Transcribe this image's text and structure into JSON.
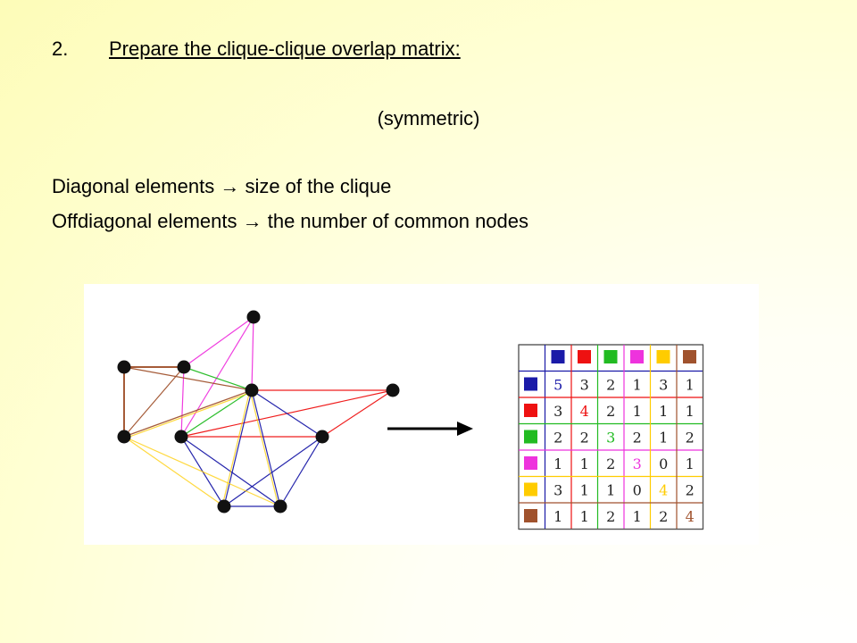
{
  "heading": {
    "number": "2.",
    "text": "Prepare the clique-clique overlap matrix:"
  },
  "note": "(symmetric)",
  "definitions": {
    "diagonal": "Diagonal elements → size of the clique",
    "offdiagonal": "Offdiagonal elements → the number of common nodes"
  },
  "colors": {
    "blue": "#1a1aa8",
    "red": "#ee1111",
    "green": "#22bb22",
    "magenta": "#ee33dd",
    "yellow": "#ffcc00",
    "brown": "#a0522d"
  },
  "cliques": [
    "blue",
    "red",
    "green",
    "magenta",
    "yellow",
    "brown"
  ],
  "matrix": [
    [
      5,
      3,
      2,
      1,
      3,
      1
    ],
    [
      3,
      4,
      2,
      1,
      1,
      1
    ],
    [
      2,
      2,
      3,
      2,
      1,
      2
    ],
    [
      1,
      1,
      2,
      3,
      0,
      1
    ],
    [
      3,
      1,
      1,
      0,
      4,
      2
    ],
    [
      1,
      1,
      2,
      1,
      2,
      4
    ]
  ],
  "graph": {
    "nodes": [
      "n1",
      "n2",
      "n3",
      "n4",
      "n5",
      "n6",
      "n7",
      "n8",
      "n9",
      "n10"
    ],
    "edges": [
      {
        "from": "n1",
        "to": "n2",
        "color": "magenta"
      },
      {
        "from": "n1",
        "to": "n3",
        "color": "magenta"
      },
      {
        "from": "n1",
        "to": "n6",
        "color": "magenta"
      },
      {
        "from": "n2",
        "to": "n6",
        "color": "magenta"
      },
      {
        "from": "n4",
        "to": "n5",
        "color": "brown"
      },
      {
        "from": "n4",
        "to": "n2",
        "color": "brown"
      },
      {
        "from": "n4",
        "to": "n3",
        "color": "brown"
      },
      {
        "from": "n2",
        "to": "n5",
        "color": "brown"
      },
      {
        "from": "n3",
        "to": "n5",
        "color": "brown"
      },
      {
        "from": "n2",
        "to": "n3",
        "color": "green"
      },
      {
        "from": "n3",
        "to": "n6",
        "color": "green"
      },
      {
        "from": "n6",
        "to": "n7",
        "color": "red"
      },
      {
        "from": "n3",
        "to": "n7",
        "color": "red"
      },
      {
        "from": "n6",
        "to": "n8",
        "color": "red"
      },
      {
        "from": "n7",
        "to": "n8",
        "color": "red"
      },
      {
        "from": "n3",
        "to": "n8",
        "color": "blue"
      },
      {
        "from": "n6",
        "to": "n9",
        "color": "blue"
      },
      {
        "from": "n6",
        "to": "n10",
        "color": "blue"
      },
      {
        "from": "n3",
        "to": "n9",
        "color": "blue"
      },
      {
        "from": "n3",
        "to": "n10",
        "color": "blue"
      },
      {
        "from": "n8",
        "to": "n9",
        "color": "blue"
      },
      {
        "from": "n8",
        "to": "n10",
        "color": "blue"
      },
      {
        "from": "n9",
        "to": "n10",
        "color": "blue"
      },
      {
        "from": "n5",
        "to": "n3",
        "color": "yellow"
      },
      {
        "from": "n5",
        "to": "n9",
        "color": "yellow"
      },
      {
        "from": "n5",
        "to": "n10",
        "color": "yellow"
      },
      {
        "from": "n3",
        "to": "n9",
        "color": "yellow"
      },
      {
        "from": "n3",
        "to": "n10",
        "color": "yellow"
      }
    ]
  }
}
